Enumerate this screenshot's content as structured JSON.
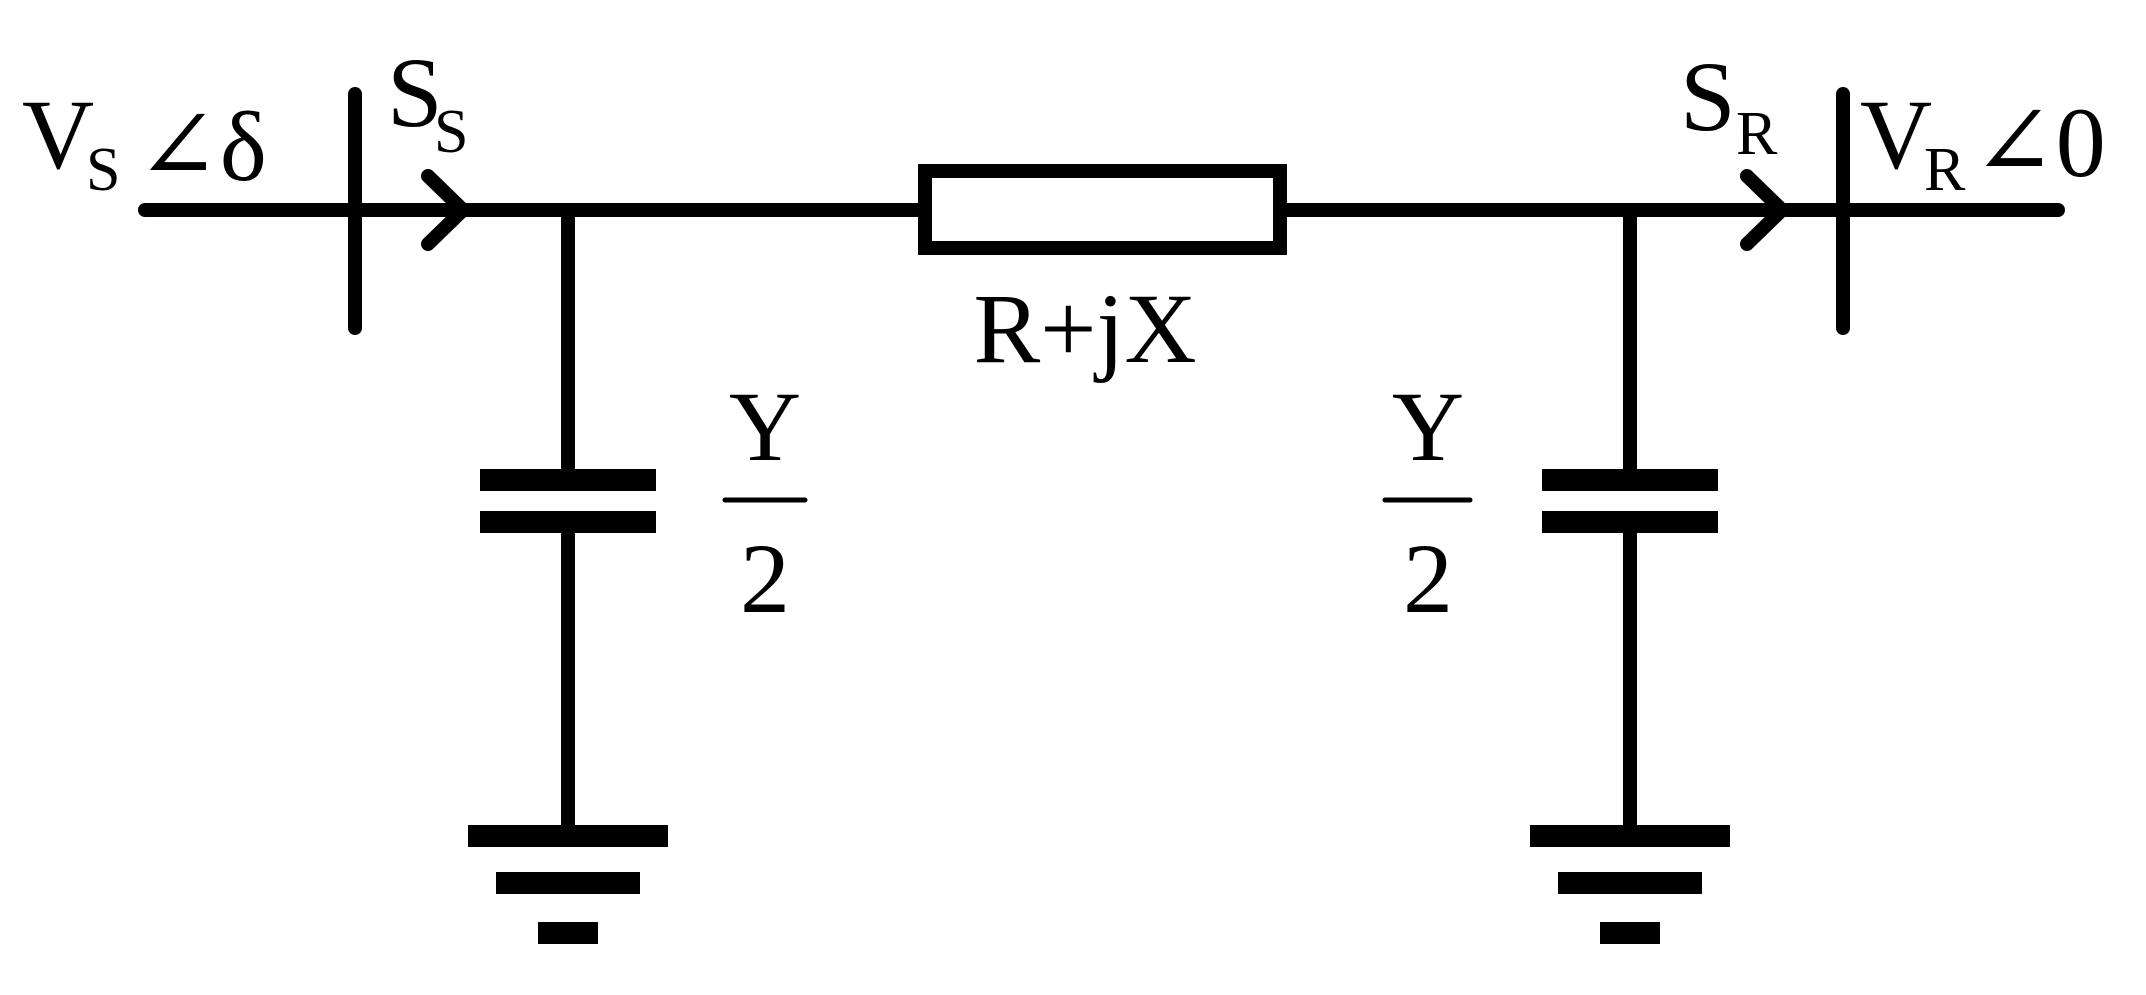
{
  "diagram": {
    "sending_voltage": {
      "symbol": "V",
      "subscript": "S",
      "angle": "∠δ"
    },
    "sending_power": {
      "symbol": "S",
      "subscript": "S"
    },
    "receiving_power": {
      "symbol": "S",
      "subscript": "R"
    },
    "receiving_voltage": {
      "symbol": "V",
      "subscript": "R",
      "angle": "∠0"
    },
    "series_impedance": "R+jX",
    "shunt_left": {
      "numerator": "Y",
      "denominator": "2"
    },
    "shunt_right": {
      "numerator": "Y",
      "denominator": "2"
    }
  }
}
